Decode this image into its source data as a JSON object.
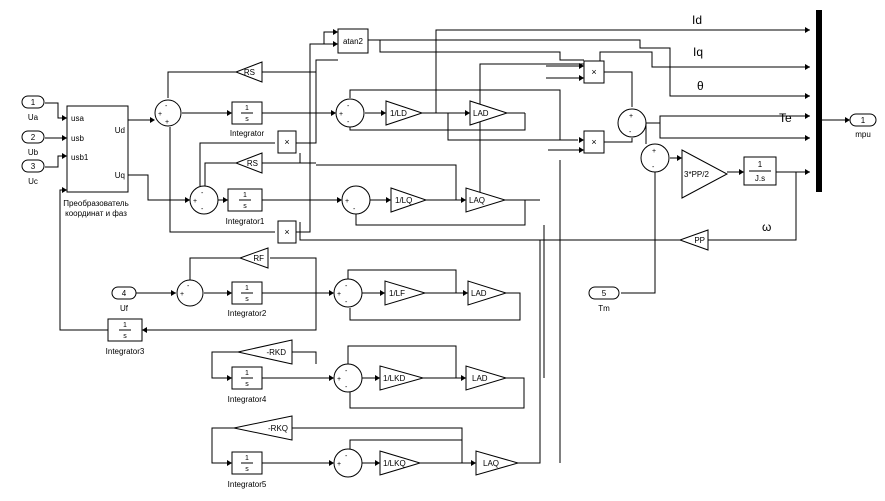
{
  "inports": [
    {
      "num": "1",
      "name": "Ua"
    },
    {
      "num": "2",
      "name": "Ub"
    },
    {
      "num": "3",
      "name": "Uc"
    },
    {
      "num": "4",
      "name": "Uf"
    },
    {
      "num": "5",
      "name": "Tm"
    }
  ],
  "outport": {
    "num": "1",
    "name": "mpu"
  },
  "transform": {
    "in1": "usa",
    "in2": "usb",
    "in3": "usb1",
    "out1": "Ud",
    "out2": "Uq",
    "caption1": "Преобразователь",
    "caption2": "координат и фаз"
  },
  "atan": "atan2",
  "integrator": {
    "glyph_num": "1",
    "glyph_den": "s"
  },
  "integrator_names": [
    "Integrator",
    "Integrator1",
    "Integrator2",
    "Integrator3",
    "Integrator4",
    "Integrator5"
  ],
  "gains": {
    "rs": "RS",
    "rf": "RF",
    "rkd": "-RKD",
    "rkq": "-RKQ",
    "ld": "1/LD",
    "lq": "1/LQ",
    "lf": "1/LF",
    "lkd": "1/LKD",
    "lkq": "1/LKQ",
    "lad": "LAD",
    "laq": "LAQ",
    "ppk": "3*PP/2",
    "pp": "PP"
  },
  "mech": {
    "num": "1",
    "den": "J.s"
  },
  "products": {
    "x": "×"
  },
  "signals": {
    "id": "Id",
    "iq": "Iq",
    "theta": "θ",
    "te": "Te",
    "omega": "ω"
  }
}
